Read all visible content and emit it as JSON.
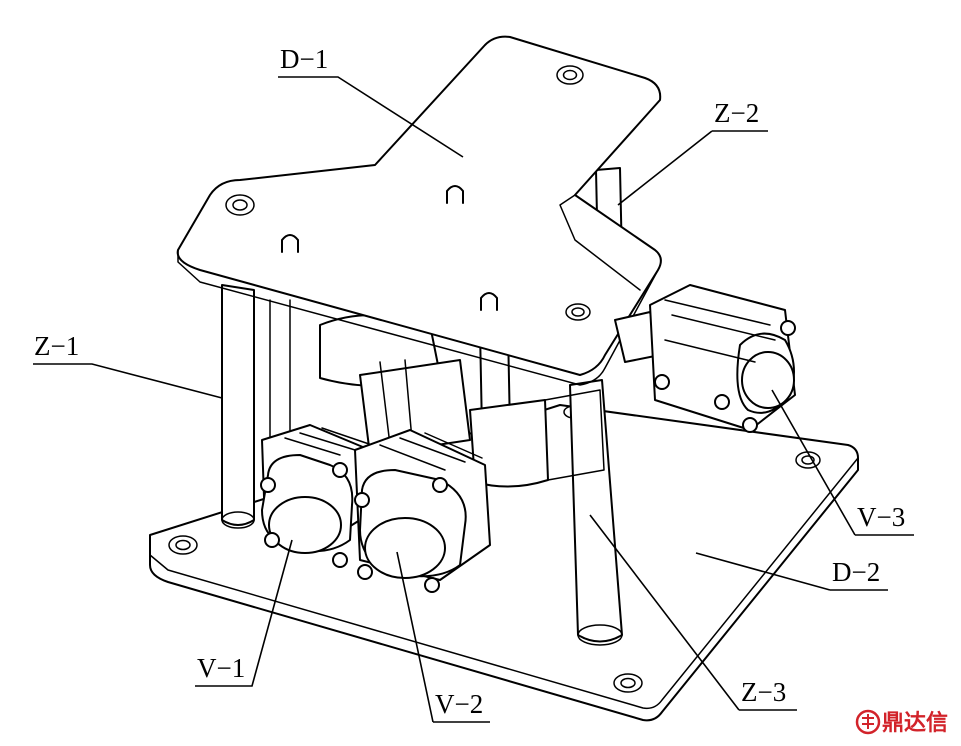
{
  "labels": {
    "D1": "D−1",
    "D2": "D−2",
    "Z1": "Z−1",
    "Z2": "Z−2",
    "Z3": "Z−3",
    "V1": "V−1",
    "V2": "V−2",
    "V3": "V−3"
  },
  "watermark": "鼎达信",
  "colors": {
    "line": "#000000",
    "watermark": "#d2232a"
  }
}
